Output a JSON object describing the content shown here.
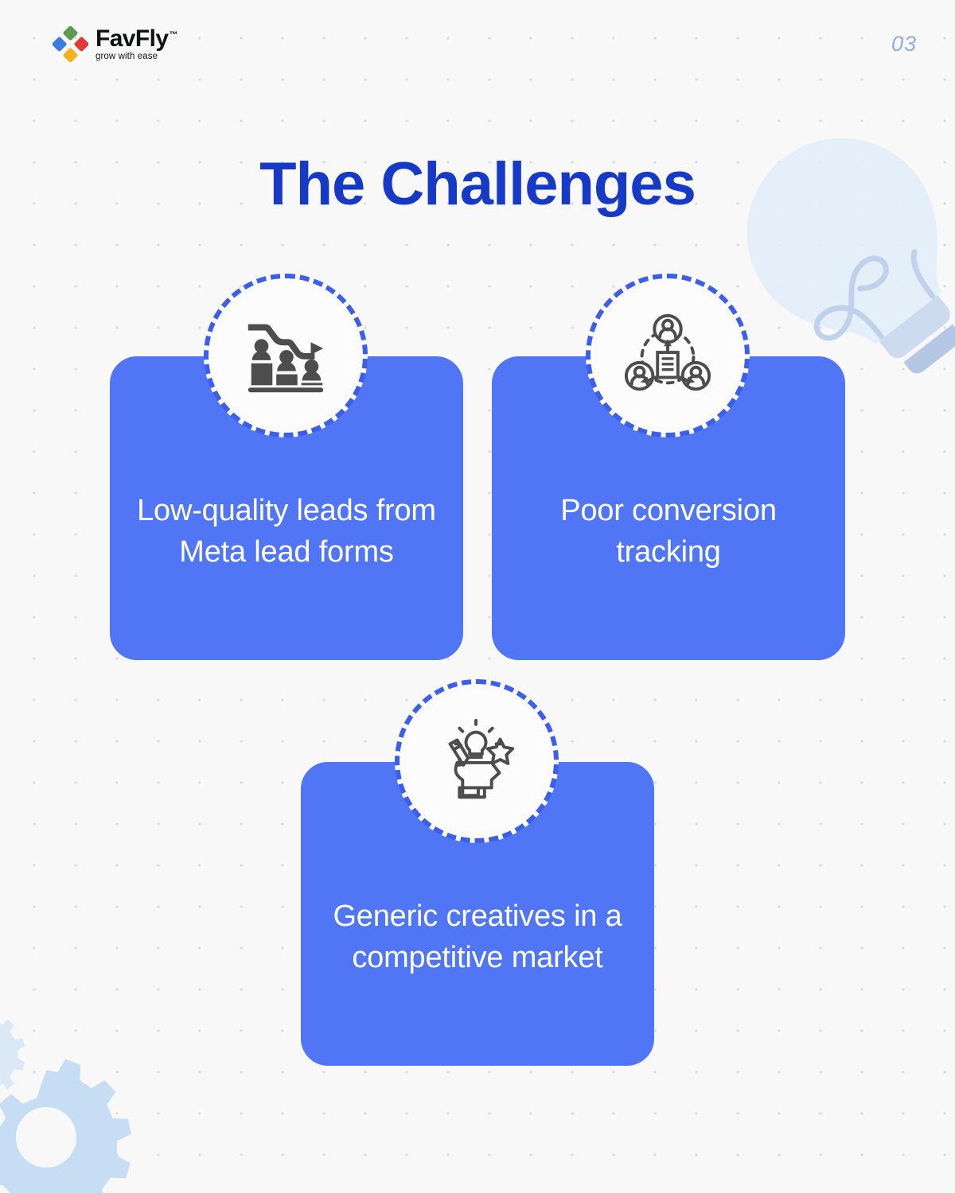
{
  "header": {
    "brand": {
      "logo_icon": "favfly-diamond-logo",
      "name": "FavFly",
      "trademark": "™",
      "tagline": "grow with ease"
    },
    "page_number": "03"
  },
  "title": "The Challenges",
  "cards": [
    {
      "id": "low-quality-leads",
      "text": "Low-quality leads from Meta lead forms",
      "icon": "declining-bar-chart-people-icon"
    },
    {
      "id": "poor-conversion-tracking",
      "text": "Poor conversion tracking",
      "icon": "network-users-document-icon"
    },
    {
      "id": "generic-creatives",
      "text": "Generic creatives in a competitive market",
      "icon": "creative-mind-lightbulb-icon"
    }
  ],
  "decorations": {
    "lightbulb": "lightbulb-decoration-icon",
    "gears": "gears-decoration-icon",
    "dot_grid": "dot-grid-pattern"
  },
  "colors": {
    "background": "#f7f8f7",
    "card_blue": "#5076f5",
    "title_blue": "#1639c6",
    "dashed_ring_blue": "#3b5fe8",
    "page_number_blue": "#97aae0",
    "icon_gray": "#4d4d4d",
    "deco_blue": "#d3e2f5",
    "dot_gray": "#d8dada"
  }
}
